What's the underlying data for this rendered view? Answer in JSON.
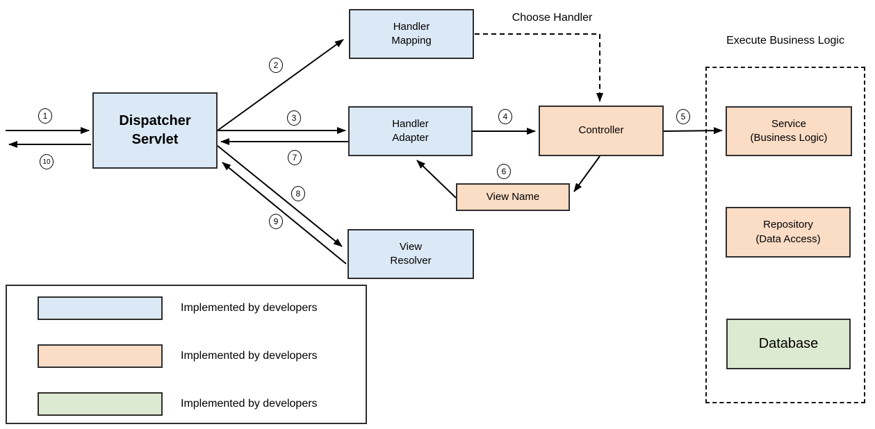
{
  "colors": {
    "blue": "#dbe8f5",
    "peach": "#fbdcc5",
    "green": "#dcead2"
  },
  "nodes": {
    "dispatcher_servlet": "Dispatcher\nServlet",
    "handler_mapping": "Handler\nMapping",
    "handler_adapter": "Handler\nAdapter",
    "controller": "Controller",
    "view_name": "View Name",
    "view_resolver": "View\nResolver",
    "service": "Service\n(Business Logic)",
    "repository": "Repository\n(Data Access)",
    "database": "Database"
  },
  "annotations": {
    "choose_handler": "Choose Handler",
    "execute_business_logic": "Execute Business Logic"
  },
  "steps": [
    "1",
    "2",
    "3",
    "4",
    "5",
    "6",
    "7",
    "8",
    "9",
    "10"
  ],
  "legend": {
    "items": [
      {
        "swatch": "blue",
        "label": "Implemented by developers"
      },
      {
        "swatch": "peach",
        "label": "Implemented by developers"
      },
      {
        "swatch": "green",
        "label": "Implemented by developers"
      }
    ]
  }
}
